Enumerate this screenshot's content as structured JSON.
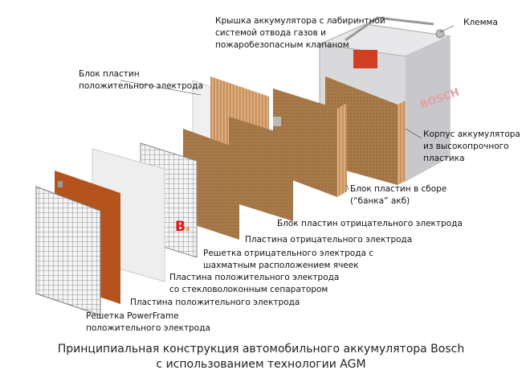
{
  "labels": {
    "cover": [
      "Крышка аккумулятора с лабиринтной",
      "системой отвода газов и",
      "пожаробезопасным клапаном"
    ],
    "terminal": "Клемма",
    "positive_block": [
      "Блок пластин",
      "положительного электрода"
    ],
    "case": [
      "Корпус аккумулятора",
      "из высокопрочного",
      "пластика"
    ],
    "assembled_block": [
      "Блок пластин в сборе",
      " (“банка” акб)"
    ],
    "negative_block": "Блок пластин отрицательного электрода",
    "negative_plate": "Пластина отрицательного электрода",
    "negative_grid": [
      "Решетка отрицательного электрода с",
      "шахматным расположением ячеек"
    ],
    "positive_plate_separator": [
      "Пластина положительного электрода",
      "со стекловолоконным сепаратором"
    ],
    "positive_plate": "Пластина положительного электрода",
    "powerframe_grid": [
      "Решетка PowerFrame",
      "положительного электрода"
    ]
  },
  "brand": "BOSCH",
  "mark": {
    "big": "B",
    "small": "в"
  },
  "caption": [
    "Принципиальная конструкция автомобильного аккумулятора Bosch",
    "с использованием технологии AGM"
  ],
  "colors": {
    "copper": "#b5531f",
    "brown": "#a0703f",
    "case": "#d9d9dc",
    "red": "#e01010"
  }
}
